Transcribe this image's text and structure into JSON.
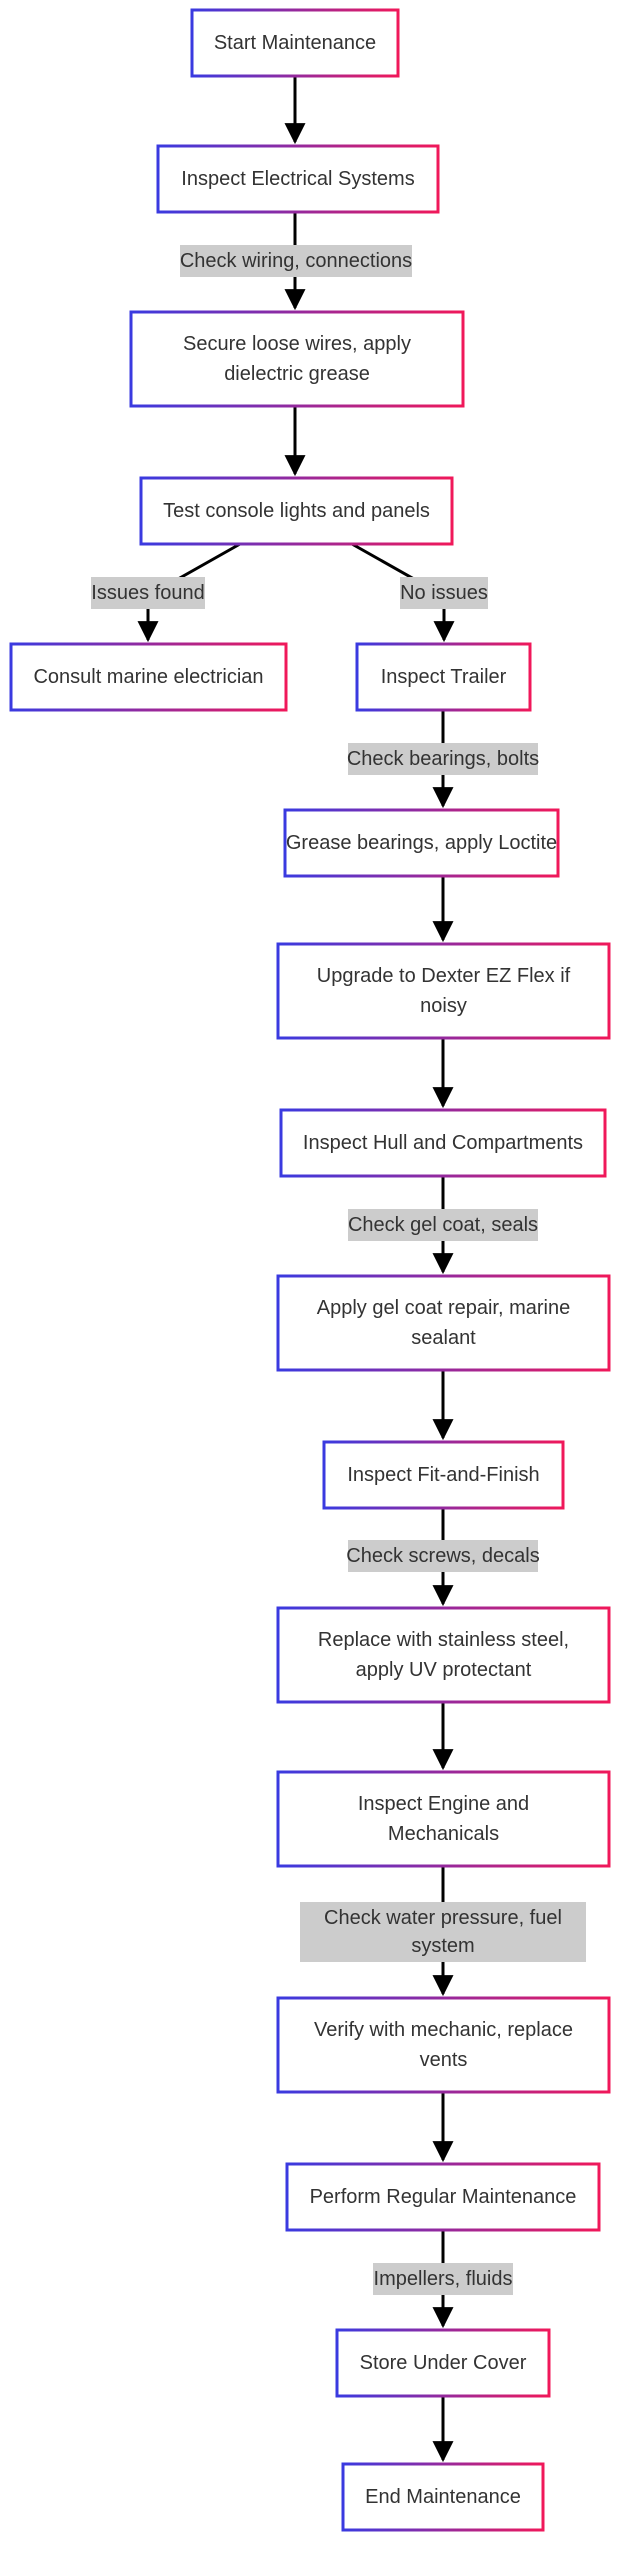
{
  "nodes": {
    "start": [
      "Start Maintenance"
    ],
    "inspect_electrical": [
      "Inspect Electrical Systems"
    ],
    "secure_wires": [
      "Secure loose wires, apply",
      "dielectric grease"
    ],
    "test_console": [
      "Test console lights and panels"
    ],
    "consult_electrician": [
      "Consult marine electrician"
    ],
    "inspect_trailer": [
      "Inspect Trailer"
    ],
    "grease_bearings": [
      "Grease bearings, apply Loctite"
    ],
    "upgrade_dexter": [
      "Upgrade to Dexter EZ Flex if",
      "noisy"
    ],
    "inspect_hull": [
      "Inspect Hull and Compartments"
    ],
    "gel_coat_repair": [
      "Apply gel coat repair, marine",
      "sealant"
    ],
    "inspect_fit": [
      "Inspect Fit-and-Finish"
    ],
    "replace_stainless": [
      "Replace with stainless steel,",
      "apply UV protectant"
    ],
    "inspect_engine": [
      "Inspect Engine and",
      "Mechanicals"
    ],
    "verify_mechanic": [
      "Verify with mechanic, replace",
      "vents"
    ],
    "regular_maintenance": [
      "Perform Regular Maintenance"
    ],
    "store_cover": [
      "Store Under Cover"
    ],
    "end": [
      "End Maintenance"
    ]
  },
  "edges": {
    "check_wiring": [
      "Check wiring, connections"
    ],
    "issues_found": [
      "Issues found"
    ],
    "no_issues": [
      "No issues"
    ],
    "check_bearings": [
      "Check bearings, bolts"
    ],
    "check_gel": [
      "Check gel coat, seals"
    ],
    "check_screws": [
      "Check screws, decals"
    ],
    "check_water": [
      "Check water pressure, fuel",
      "system"
    ],
    "impellers": [
      "Impellers, fluids"
    ]
  },
  "colors": {
    "node_border_start": "#3a3ae0",
    "node_border_end": "#f0185a",
    "node_fill": "#ffffff",
    "edge_label_bg": "#cccccc",
    "edge_line": "#000000",
    "text": "#333333"
  }
}
